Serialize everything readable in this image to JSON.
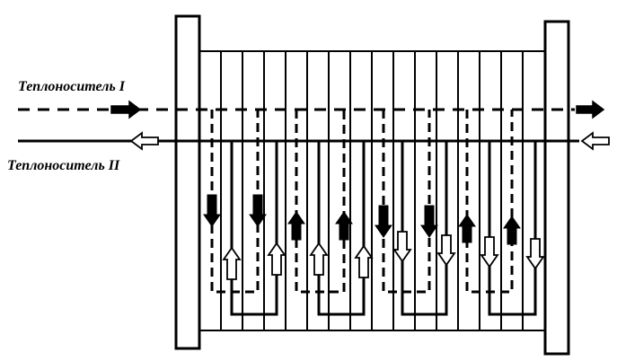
{
  "labels": {
    "coolant_1": "Теплоноситель I",
    "coolant_2": "Теплоноситель II"
  },
  "colors": {
    "line": "#000000",
    "background": "#ffffff",
    "arrow_coolant_1": "#000000",
    "arrow_coolant_2": "#ffffff"
  },
  "icons": {
    "coolant_1_arrow": "filled-arrow",
    "coolant_2_arrow": "hollow-arrow"
  }
}
